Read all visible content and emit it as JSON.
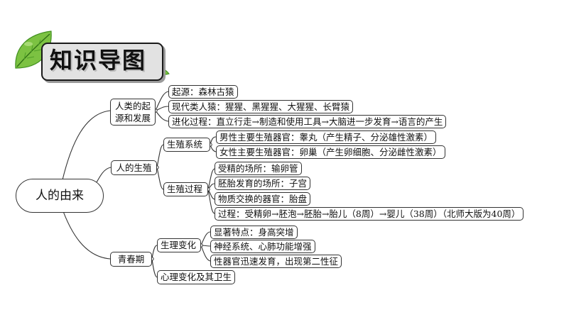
{
  "title": "知识导图",
  "root": "人的由来",
  "branches": {
    "origin": {
      "label": "人类的起源和发展",
      "items": [
        "起源：森林古猿",
        "现代类人猿：猩猩、黑猩猩、大猩猩、长臂猿",
        "进化过程：直立行走→制造和使用工具→大脑进一步发育→语言的产生"
      ]
    },
    "reproduction": {
      "label": "人的生殖",
      "system": {
        "label": "生殖系统",
        "items": [
          "男性主要生殖器官：睾丸（产生精子、分泌雄性激素）",
          "女性主要生殖器官：卵巢（产生卵细胞、分泌雌性激素）"
        ]
      },
      "process": {
        "label": "生殖过程",
        "items": [
          "受精的场所：输卵管",
          "胚胎发育的场所：子宫",
          "物质交换的器官：胎盘",
          "过程：受精卵→胚泡→胚胎→胎儿（8周）→婴儿（38周）（北师大版为40周）"
        ]
      }
    },
    "puberty": {
      "label": "青春期",
      "physical": {
        "label": "生理变化",
        "items": [
          "显著特点：身高突增",
          "神经系统、心肺功能增强",
          "性器官迅速发育，出现第二性征"
        ]
      },
      "mental": "心理变化及其卫生"
    }
  },
  "colors": {
    "leaf": "#7cc242",
    "leaf_dark": "#3f8f1e",
    "line": "#333333",
    "title_bg": "#e2e2e2"
  },
  "icons": {
    "title_decoration": "leaf-icon"
  }
}
